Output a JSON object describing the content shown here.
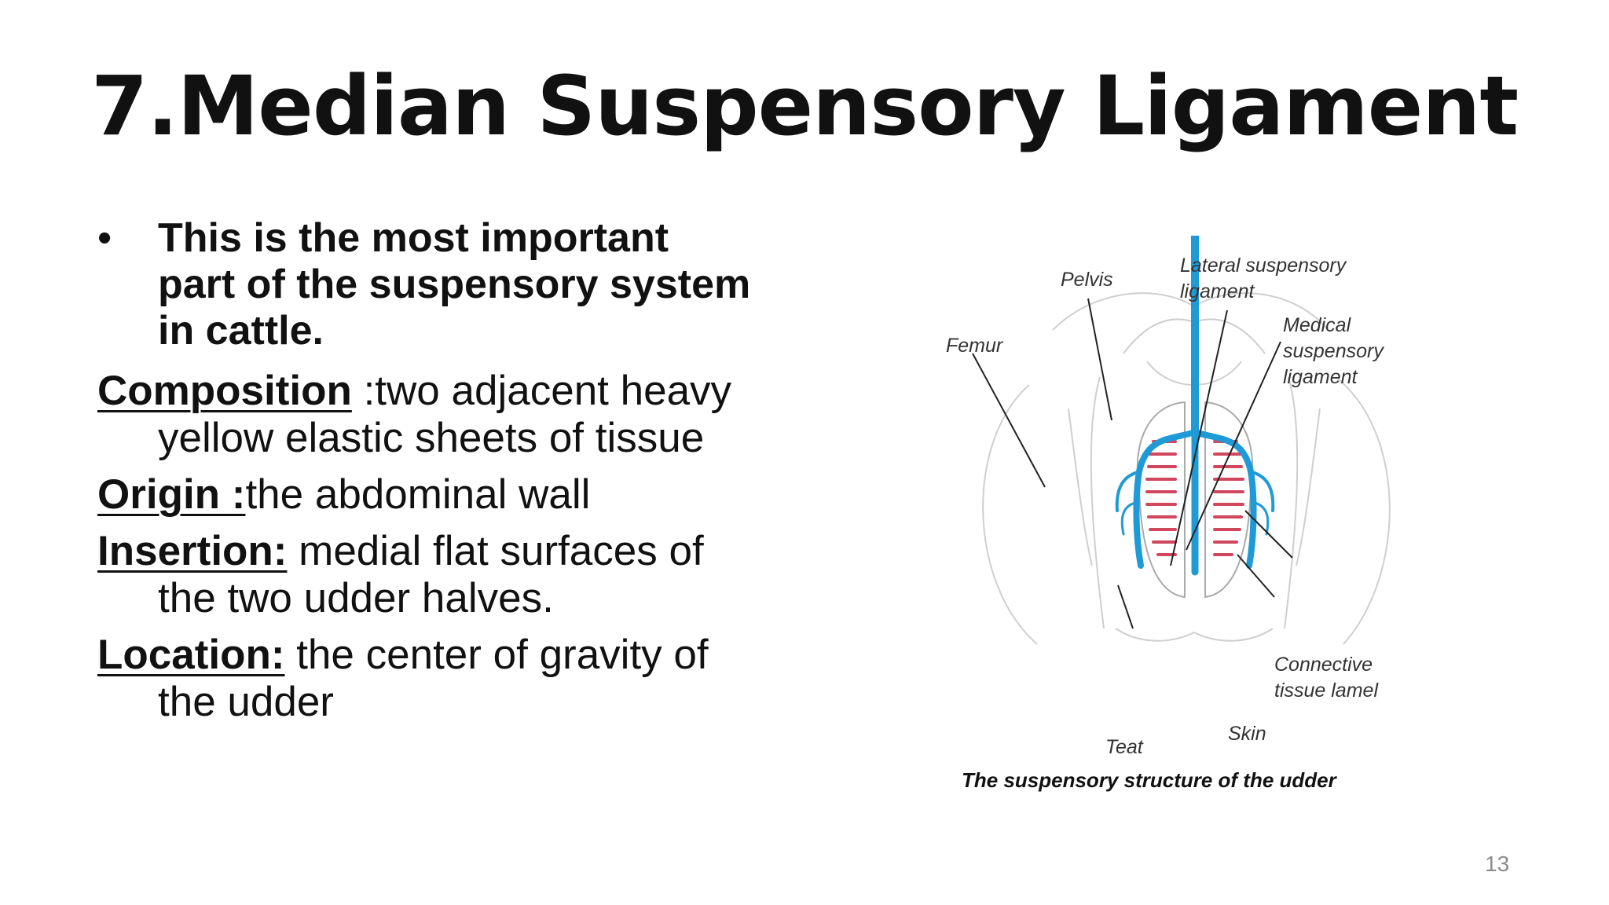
{
  "slide": {
    "title": "7.Median Suspensory Ligament",
    "bullet": {
      "symbol": "•",
      "line1": "This is the most important",
      "line2": "part of the suspensory system",
      "line3": "in cattle."
    },
    "composition": {
      "term": "Composition",
      "line1": " :two adjacent heavy",
      "line2": "yellow elastic sheets of tissue"
    },
    "origin": {
      "term": "Origin :",
      "text": "the abdominal wall"
    },
    "insertion": {
      "term": "Insertion:",
      "line1": " medial flat surfaces of",
      "line2": "the two udder halves."
    },
    "location": {
      "term": "Location:",
      "line1": " the center of gravity of",
      "line2": "the udder"
    },
    "page_number": "13"
  },
  "figure": {
    "labels": {
      "pelvis": "Pelvis",
      "lateral_line1": "Lateral suspensory",
      "lateral_line2": "ligament",
      "medical_line1": "Medical",
      "medical_line2": "suspensory",
      "medical_line3": "ligament",
      "femur": "Femur",
      "connective_line1": "Connective",
      "connective_line2": "tissue lamel",
      "teat": "Teat",
      "skin": "Skin"
    },
    "caption": "The suspensory structure of  the udder",
    "colors": {
      "ligament_blue": "#1e9bd7",
      "lamella_red": "#d0475e",
      "outline_grey": "#c8c8c8"
    }
  }
}
